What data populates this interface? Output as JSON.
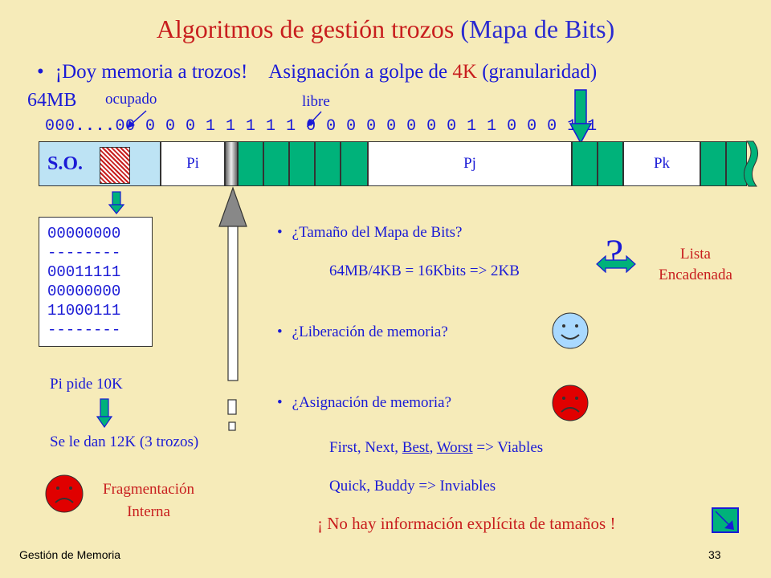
{
  "title": {
    "main": "Algoritmos de gestión trozos ",
    "paren": "(Mapa de Bits)"
  },
  "bullet1": {
    "part1": "¡Doy memoria a trozos!",
    "part2": "Asignación a golpe de ",
    "part3": "4K",
    "part4": " (granularidad)"
  },
  "labels": {
    "mb": "64MB",
    "ocupado": "ocupado",
    "libre": "libre"
  },
  "bitline": {
    "lead": "000",
    "dots": "....",
    "rest": "00 0 0 0 1 1 1 1 1 0 0 0 0 0 0 0 0 1 1 0 0 0 1 1"
  },
  "memory": {
    "so": "S.O.",
    "pi": "Pi",
    "pj": "Pj",
    "pk": "Pk"
  },
  "bitmap": {
    "rows": [
      "00000000",
      "--------",
      "00011111",
      "00000000",
      "11000111",
      "--------"
    ]
  },
  "left": {
    "pide": "Pi pide 10K",
    "dan": "Se le dan 12K (3 trozos)",
    "frag1": "Fragmentación",
    "frag2": "Interna"
  },
  "questions": {
    "q1": "¿Tamaño del Mapa de Bits?",
    "calc": "64MB/4KB = 16Kbits => 2KB",
    "q2": "¿Liberación de memoria?",
    "q3": "¿Asignación de memoria?",
    "viables": {
      "first": "First, Next, ",
      "best": "Best",
      "comma": ", ",
      "worst": "Worst",
      "end": " => Viables"
    },
    "inviables": "Quick, Buddy => Inviables"
  },
  "qmark": "?",
  "lista": {
    "l1": "Lista",
    "l2": "Encadenada"
  },
  "noinfo": "¡ No hay información explícita de tamaños !",
  "footer": {
    "left": "Gestión de Memoria",
    "page": "33"
  },
  "bullet": "•"
}
